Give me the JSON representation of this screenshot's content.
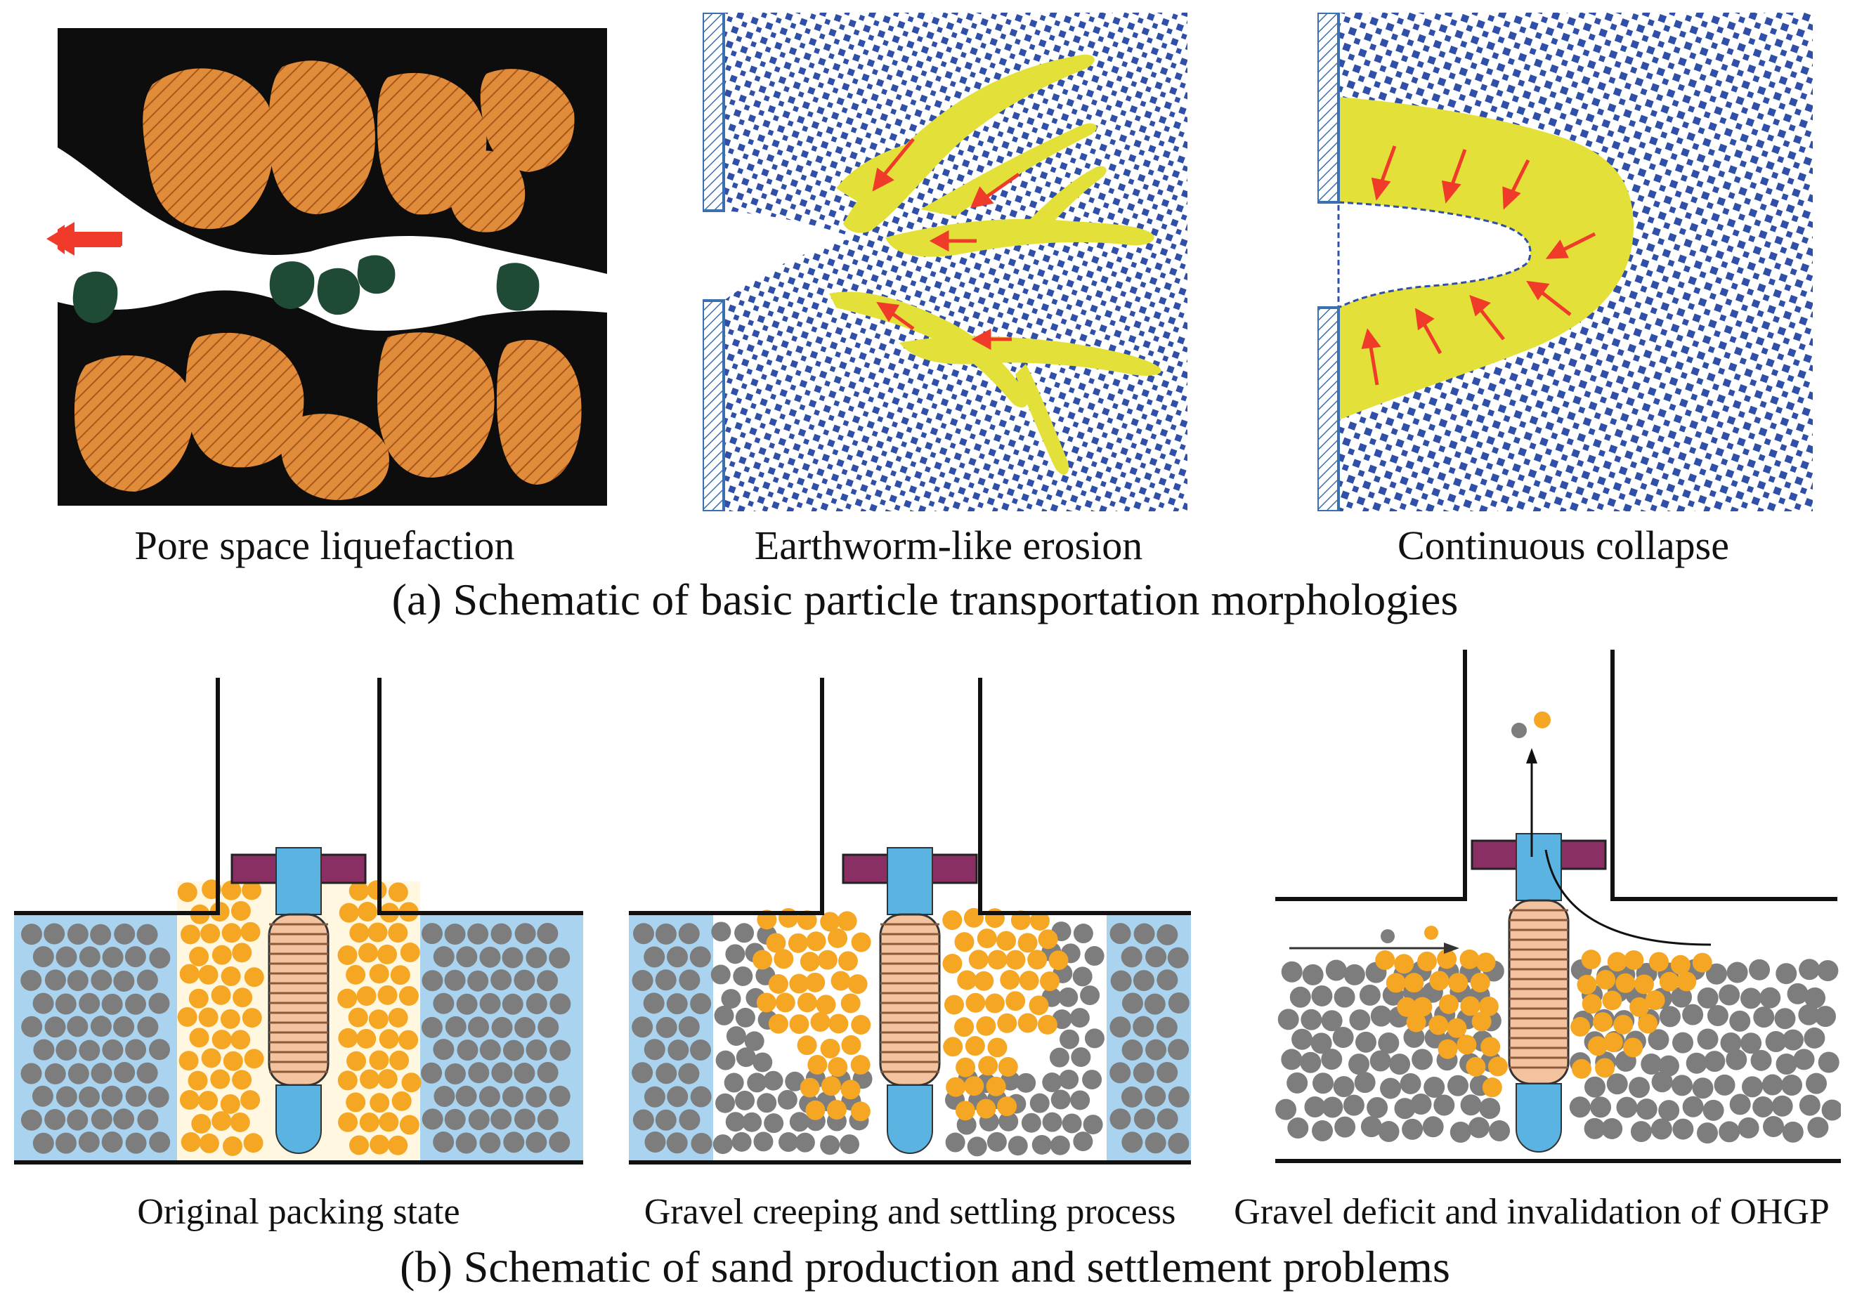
{
  "panel_a": {
    "caption": "(a) Schematic of basic particle transportation morphologies",
    "panels": [
      {
        "label": "Pore space liquefaction"
      },
      {
        "label": "Earthworm-like erosion"
      },
      {
        "label": "Continuous collapse"
      }
    ]
  },
  "panel_b": {
    "caption": "(b) Schematic of sand production and settlement problems",
    "panels": [
      {
        "label": "Original packing state"
      },
      {
        "label": "Gravel creeping and settling process"
      },
      {
        "label": "Gravel deficit and invalidation of OHGP"
      }
    ]
  },
  "colors": {
    "sand_grain": "#e08c3a",
    "pore_black": "#0d0d0d",
    "fines_green": "#1f4a35",
    "matrix_blue": "#2f4fa8",
    "erosion_yellow": "#e3e03a",
    "flow_arrow": "#f03a2a",
    "gravel_orange": "#f5a623",
    "formation_grey": "#7d7d7d",
    "formation_water": "#a9d3ee",
    "screen_blue": "#5ab3e0",
    "seal_purple": "#8a2f64",
    "screen_ring": "#f3c3a0"
  }
}
